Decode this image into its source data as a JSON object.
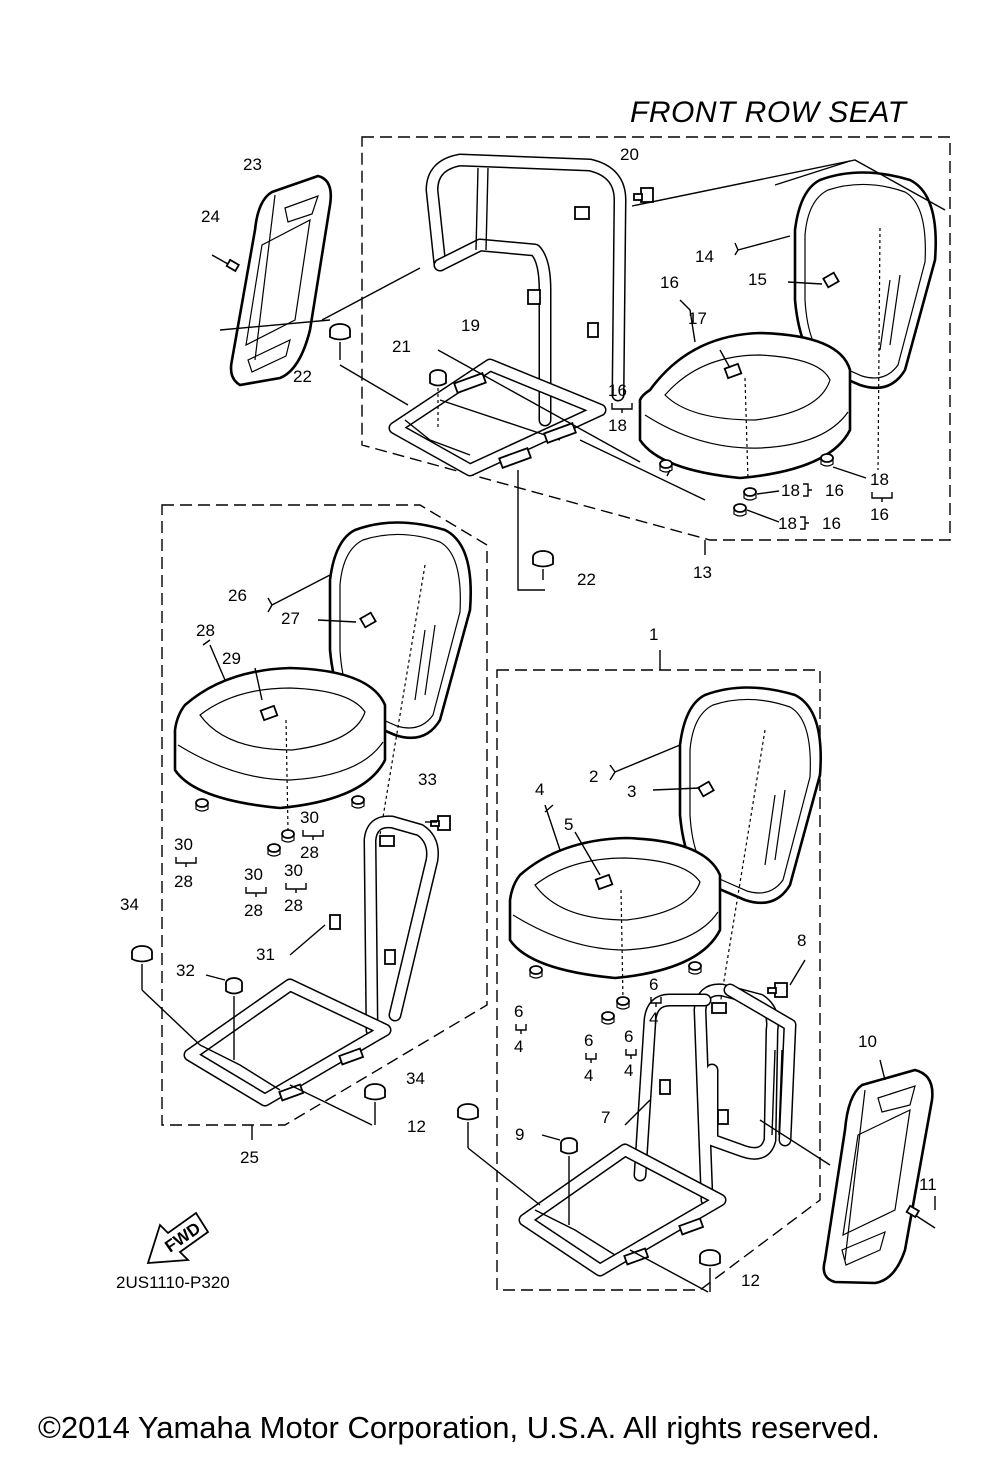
{
  "title": "FRONT ROW SEAT",
  "diagram_code": "2US1110-P320",
  "copyright": "©2014 Yamaha Motor Corporation, U.S.A. All rights reserved.",
  "fwd_label": "FWD",
  "callouts": {
    "c1": "1",
    "c2": "2",
    "c3": "3",
    "c4a": "4",
    "c4b": "4",
    "c4c": "4",
    "c4d": "4",
    "c5": "5",
    "c6a": "6",
    "c6b": "6",
    "c6c": "6",
    "c6d": "6",
    "c7": "7",
    "c8": "8",
    "c9": "9",
    "c10": "10",
    "c11": "11",
    "c12a": "12",
    "c12b": "12",
    "c13": "13",
    "c14": "14",
    "c15": "15",
    "c16a": "16",
    "c16b": "16",
    "c16c": "16",
    "c16d": "16",
    "c16e": "16",
    "c17": "17",
    "c18a": "18",
    "c18b": "18",
    "c18c": "18",
    "c18d": "18",
    "c19": "19",
    "c20": "20",
    "c21": "21",
    "c22a": "22",
    "c22b": "22",
    "c23": "23",
    "c24": "24",
    "c25": "25",
    "c26": "26",
    "c27": "27",
    "c28a": "28",
    "c28b": "28",
    "c28c": "28",
    "c28d": "28",
    "c28e": "28",
    "c29": "29",
    "c30a": "30",
    "c30b": "30",
    "c30c": "30",
    "c30d": "30",
    "c31": "31",
    "c32": "32",
    "c33": "33",
    "c34a": "34",
    "c34b": "34"
  }
}
